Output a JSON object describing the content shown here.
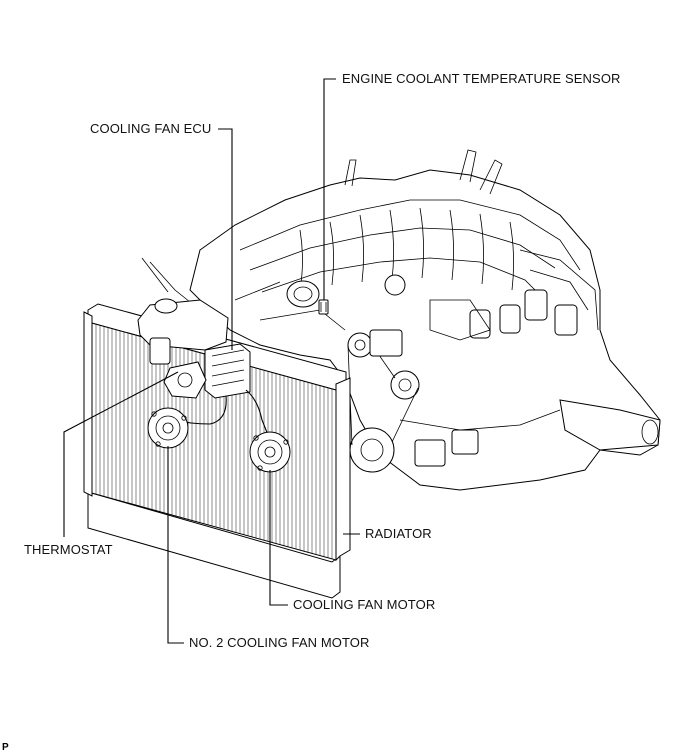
{
  "labels": {
    "ect_sensor": "ENGINE COOLANT TEMPERATURE SENSOR",
    "cooling_fan_ecu": "COOLING FAN ECU",
    "thermostat": "THERMOSTAT",
    "radiator": "RADIATOR",
    "cooling_fan_motor": "COOLING FAN MOTOR",
    "no2_cooling_fan_motor": "NO. 2 COOLING FAN MOTOR"
  },
  "corner_code": "P"
}
